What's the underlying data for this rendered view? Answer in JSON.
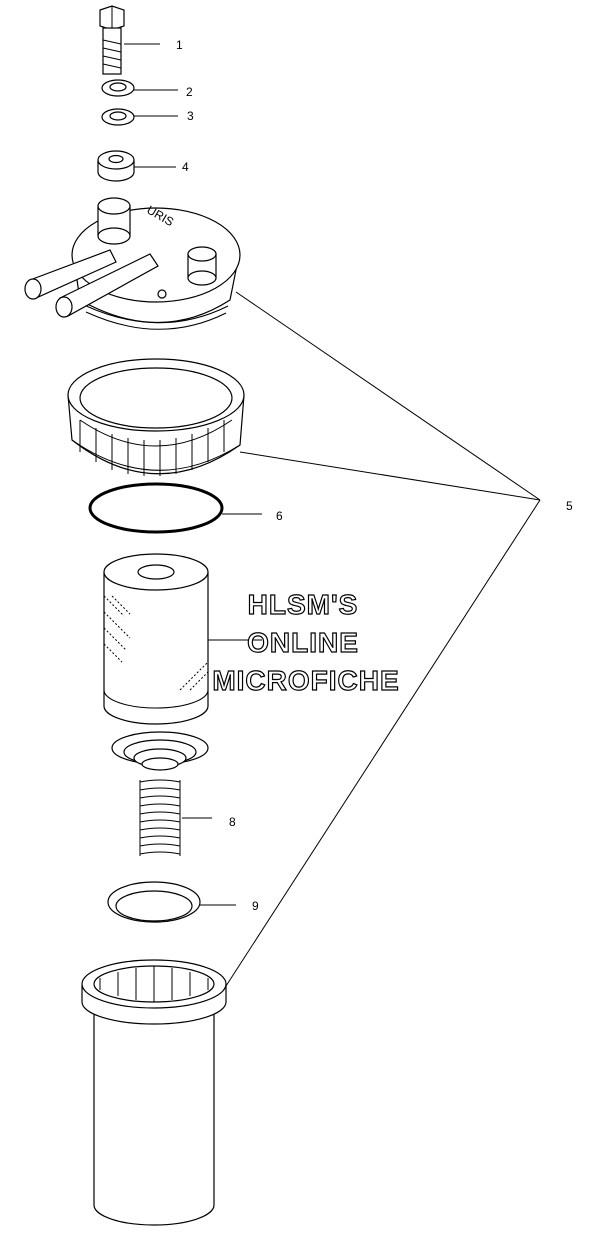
{
  "callouts": [
    "1",
    "2",
    "3",
    "4",
    "5",
    "6",
    "8",
    "9"
  ],
  "watermark": {
    "line1": "HLSM'S",
    "line2": "ONLINE",
    "line3": "MICROFICHE"
  },
  "cap_text": "URIS",
  "colors": {
    "ink": "#000000",
    "paper": "#ffffff"
  }
}
